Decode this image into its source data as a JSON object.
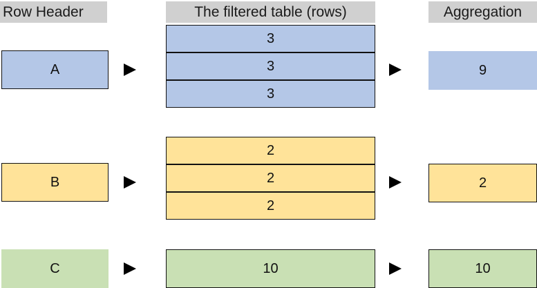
{
  "headers": {
    "row_header": "Row Header",
    "filtered_table": "The filtered table (rows)",
    "aggregation": "Aggregation"
  },
  "colors": {
    "header_band": "#d0d0d0",
    "blue": "#b4c7e7",
    "yellow": "#ffe399",
    "green": "#c9e0b4",
    "border": "#111111",
    "arrow": "#000000",
    "background": "#ffffff"
  },
  "icons": {
    "arrow": "arrow-right-icon"
  },
  "groups": [
    {
      "key": "A",
      "label": "A",
      "color": "blue",
      "rows": [
        "3",
        "3",
        "3"
      ],
      "aggregation": "9"
    },
    {
      "key": "B",
      "label": "B",
      "color": "yellow",
      "rows": [
        "2",
        "2",
        "2"
      ],
      "aggregation": "2"
    },
    {
      "key": "C",
      "label": "C",
      "color": "green",
      "rows": [
        "10"
      ],
      "aggregation": "10"
    }
  ]
}
